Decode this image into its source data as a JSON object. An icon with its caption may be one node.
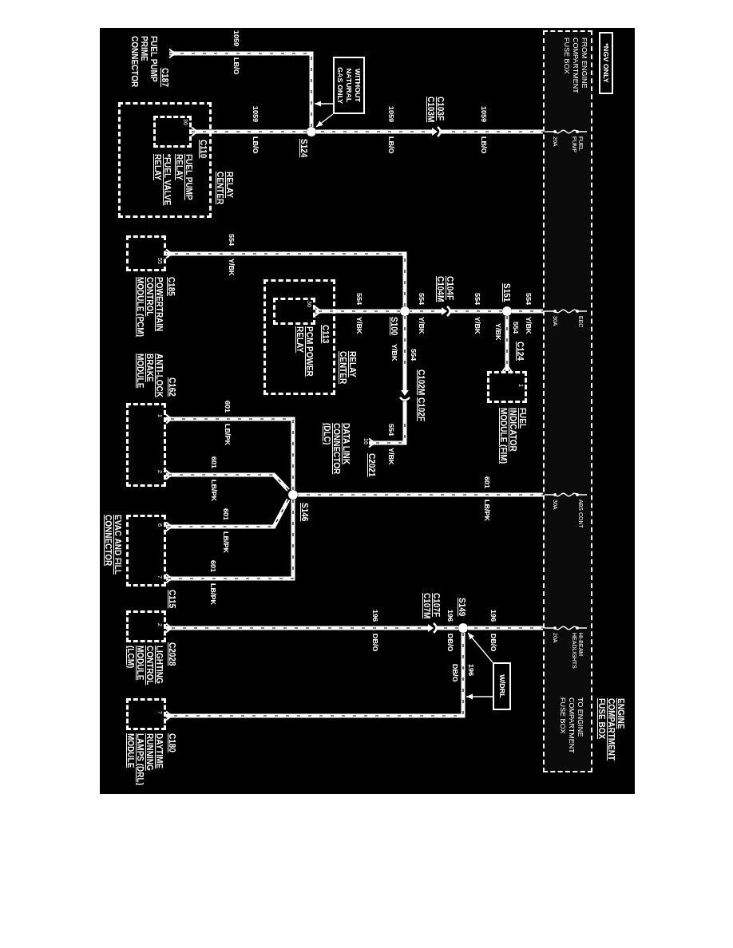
{
  "diagram": {
    "nodes": [
      {
        "text": [
          "*NGV ONLY"
        ]
      },
      {
        "text": [
          "FROM ENGINE COMPARTMENT FUSE BOX",
          "TO ENGINE COMPARTMENT FUSE BOX"
        ],
        "beside": [
          "ENGINE COMPARTMENT FUSE BOX"
        ]
      },
      {
        "text": [
          "FUEL PUMP",
          "20A"
        ],
        "in": 1
      },
      {
        "text": [
          "EEC",
          "30A"
        ],
        "in": 1
      },
      {
        "text": [
          "ABS CONT",
          "30A"
        ],
        "in": 1
      },
      {
        "text": [
          "HI-BEAM HEADLIGHTS",
          "20A"
        ],
        "in": 1
      },
      {
        "text": [
          "C103F",
          "C103M"
        ]
      },
      {
        "text": [],
        "shape": "circle",
        "beside": [
          "S124"
        ]
      },
      {
        "text": [
          "WITHOUT NATURAL GAS ONLY"
        ]
      },
      {
        "text": [
          "C187",
          "FUEL PUMP PRIME CONNECTOR"
        ]
      },
      {
        "text": [],
        "shape": "box",
        "beside": [
          "RELAY CENTER"
        ]
      },
      {
        "text": [
          "30"
        ],
        "in": 10,
        "beside": [
          "C110",
          "FUEL PUMP RELAY",
          "*FUEL VALVE RELAY"
        ]
      },
      {
        "text": [],
        "shape": "circle",
        "beside": [
          "S151"
        ]
      },
      {
        "text": [
          "1"
        ],
        "beside": [
          "C124",
          "FUEL INDICATOR MODULE (FIM)"
        ]
      },
      {
        "text": [
          "C104F",
          "C104M"
        ]
      },
      {
        "text": [],
        "shape": "circle",
        "beside": [
          "S100"
        ]
      },
      {
        "text": [],
        "shape": "box",
        "beside": [
          "RELAY CENTER"
        ]
      },
      {
        "text": [
          "30"
        ],
        "in": 16,
        "beside": [
          "C113",
          "PCM POWER RELAY"
        ]
      },
      {
        "text": [
          "C102M",
          "C102F"
        ]
      },
      {
        "text": [
          "16"
        ],
        "beside": [
          "C2021",
          "DATA LINK CONNECTOR (DLC)"
        ]
      },
      {
        "text": [
          "55"
        ],
        "beside": [
          "C185",
          "POWERTRAIN CONTROL MODULE (PCM)"
        ]
      },
      {
        "text": [],
        "shape": "circle",
        "beside": [
          "S146"
        ]
      },
      {
        "text": [
          "1",
          "2"
        ],
        "beside": [
          "C162",
          "ANTI-LOCK BRAKE MODULE"
        ]
      },
      {
        "text": [
          "6",
          "7"
        ],
        "beside": [
          "C115",
          "EVAC AND FILL CONNECTOR"
        ]
      },
      {
        "text": [],
        "shape": "circle",
        "beside": [
          "S149"
        ]
      },
      {
        "text": [
          "C107F",
          "C107M"
        ]
      },
      {
        "text": [
          "W/DRL"
        ]
      },
      {
        "text": [
          "2"
        ],
        "beside": [
          "C2028",
          "LIGHTING CONTROL MODULE (LCM)"
        ]
      },
      {
        "text": [
          "7"
        ],
        "beside": [
          "C180",
          "DAYTIME RUNNING LAMPS (DRL) MODULE"
        ]
      }
    ],
    "edges": [
      {
        "from": 2,
        "to": 6,
        "arrow": "none"
      },
      {
        "from": 6,
        "to": 7,
        "arrow": "none"
      },
      {
        "from": 7,
        "to": 11,
        "arrow": "other"
      },
      {
        "from": 7,
        "to": 9,
        "arrow": "other"
      },
      {
        "from": 8,
        "to": 7,
        "arrow": "to"
      },
      {
        "from": 8,
        "to": null,
        "arrow": "to"
      },
      {
        "from": 3,
        "to": 12,
        "arrow": "none"
      },
      {
        "from": 12,
        "to": 13,
        "arrow": "other"
      },
      {
        "from": 12,
        "to": 14,
        "arrow": "none"
      },
      {
        "from": 14,
        "to": 15,
        "arrow": "none"
      },
      {
        "from": 15,
        "to": 17,
        "arrow": "other"
      },
      {
        "from": 15,
        "to": 20,
        "arrow": "other"
      },
      {
        "from": 15,
        "to": 18,
        "arrow": "none"
      },
      {
        "from": 18,
        "to": 19,
        "arrow": "other"
      },
      {
        "from": 4,
        "to": 21,
        "arrow": "none"
      },
      {
        "from": 21,
        "to": 22,
        "arrow": "other"
      },
      {
        "from": 21,
        "to": 22,
        "arrow": "other"
      },
      {
        "from": 21,
        "to": 23,
        "arrow": "other"
      },
      {
        "from": 21,
        "to": 23,
        "arrow": "other"
      },
      {
        "from": 5,
        "to": 24,
        "arrow": "none"
      },
      {
        "from": 24,
        "to": 25,
        "arrow": "none"
      },
      {
        "from": 25,
        "to": 27,
        "arrow": "other"
      },
      {
        "from": 24,
        "to": 28,
        "arrow": "other"
      },
      {
        "from": 26,
        "to": 24,
        "arrow": "to"
      },
      {
        "from": 26,
        "to": null,
        "arrow": "to"
      }
    ],
    "labels": [
      "1059",
      "LB/O",
      "1059",
      "LB/O",
      "1059",
      "LB/O",
      "1059",
      "LB/O",
      "554",
      "Y/BK",
      "554",
      "Y/BK",
      "554",
      "Y/BK",
      "554",
      "Y/BK",
      "554",
      "Y/BK",
      "554",
      "Y/BK",
      "554",
      "Y/BK",
      "554",
      "Y/BK",
      "601",
      "LB/PK",
      "601",
      "LB/PK",
      "601",
      "LB/PK",
      "601",
      "LB/PK",
      "601",
      "LB/PK",
      "196",
      "DB/O",
      "196",
      "DB/O",
      "196",
      "DB/O",
      "196",
      "DB/O"
    ]
  }
}
